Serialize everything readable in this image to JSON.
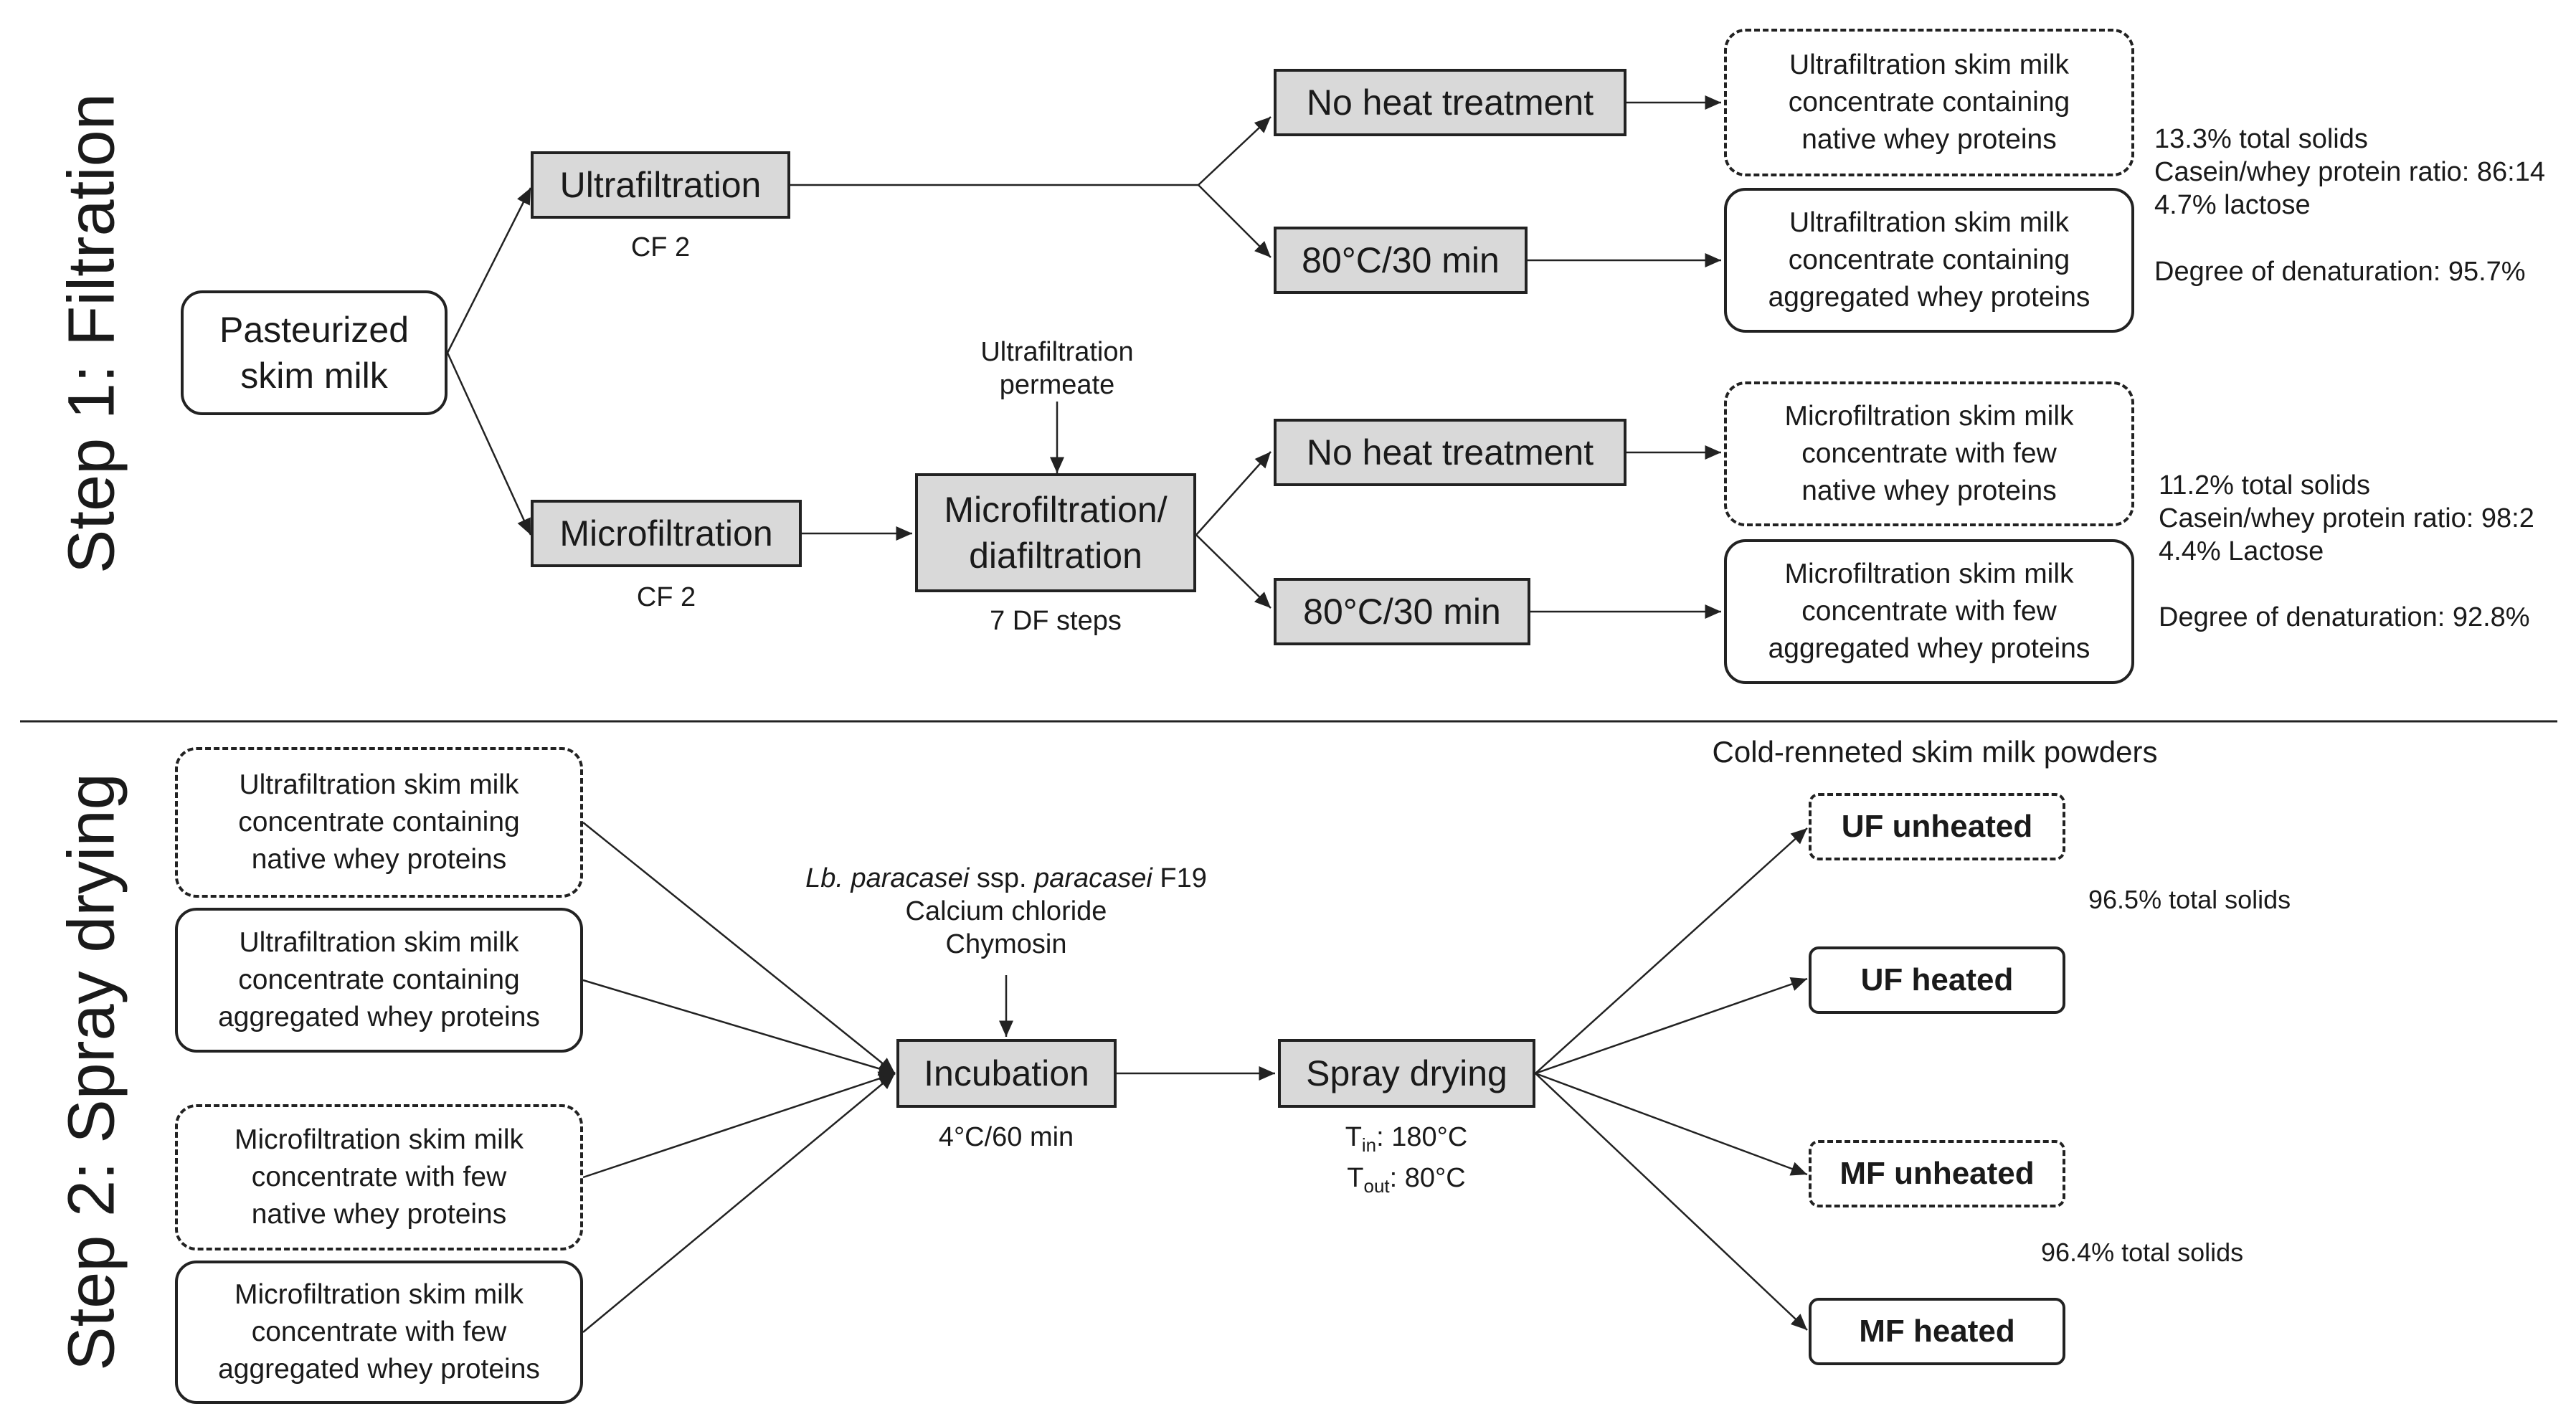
{
  "steps": {
    "filtration": "Step 1: Filtration",
    "spray_drying": "Step 2: Spray drying"
  },
  "filtration": {
    "source": [
      "Pasteurized",
      "skim milk"
    ],
    "ultrafiltration": "Ultrafiltration",
    "microfiltration": "Microfiltration",
    "cf_uf": "CF 2",
    "cf_mf": "CF 2",
    "uf_permeate": [
      "Ultrafiltration",
      "permeate"
    ],
    "diafiltration": [
      "Microfiltration/",
      "diafiltration"
    ],
    "df_steps": "7 DF steps",
    "no_heat_1": "No heat treatment",
    "heat_1": "80°C/30 min",
    "no_heat_2": "No heat treatment",
    "heat_2": "80°C/30 min",
    "uf_native": [
      "Ultrafiltration skim milk",
      "concentrate containing",
      "native whey proteins"
    ],
    "uf_aggregated": [
      "Ultrafiltration skim milk",
      "concentrate containing",
      "aggregated whey proteins"
    ],
    "mf_native": [
      "Microfiltration skim milk",
      "concentrate with few",
      "native whey proteins"
    ],
    "mf_aggregated": [
      "Microfiltration skim milk",
      "concentrate with few",
      "aggregated whey proteins"
    ],
    "uf_stats": [
      "13.3% total solids",
      "Casein/whey protein ratio: 86:14",
      "4.7% lactose"
    ],
    "uf_denaturation": "Degree of denaturation: 95.7%",
    "mf_stats": [
      "11.2% total solids",
      "Casein/whey protein ratio: 98:2",
      "4.4% Lactose"
    ],
    "mf_denaturation": "Degree of denaturation: 92.8%"
  },
  "spray": {
    "inputs": [
      [
        "Ultrafiltration skim milk",
        "concentrate containing",
        "native whey proteins"
      ],
      [
        "Ultrafiltration skim milk",
        "concentrate containing",
        "aggregated whey proteins"
      ],
      [
        "Microfiltration skim milk",
        "concentrate with few",
        "native whey proteins"
      ],
      [
        "Microfiltration skim milk",
        "concentrate with few",
        "aggregated whey proteins"
      ]
    ],
    "additives": {
      "culture_italic_1": "Lb. paracasei",
      "culture_mid": " ssp. ",
      "culture_italic_2": "paracasei",
      "culture_end": " F19",
      "calcium": "Calcium chloride",
      "chymosin": "Chymosin"
    },
    "incubation": "Incubation",
    "incubation_cond": "4°C/60 min",
    "spray_drying": "Spray drying",
    "t_in_label": "T",
    "t_in_sub": "in",
    "t_in_value": ": 180°C",
    "t_out_label": "T",
    "t_out_sub": "out",
    "t_out_value": ": 80°C",
    "powders_title": "Cold-renneted skim milk powders",
    "outputs": [
      "UF unheated",
      "UF heated",
      "MF unheated",
      "MF heated"
    ],
    "uf_solids": "96.5% total solids",
    "mf_solids": "96.4% total solids"
  },
  "colors": {
    "box_fill": "#d9d9d9",
    "line": "#222222"
  }
}
